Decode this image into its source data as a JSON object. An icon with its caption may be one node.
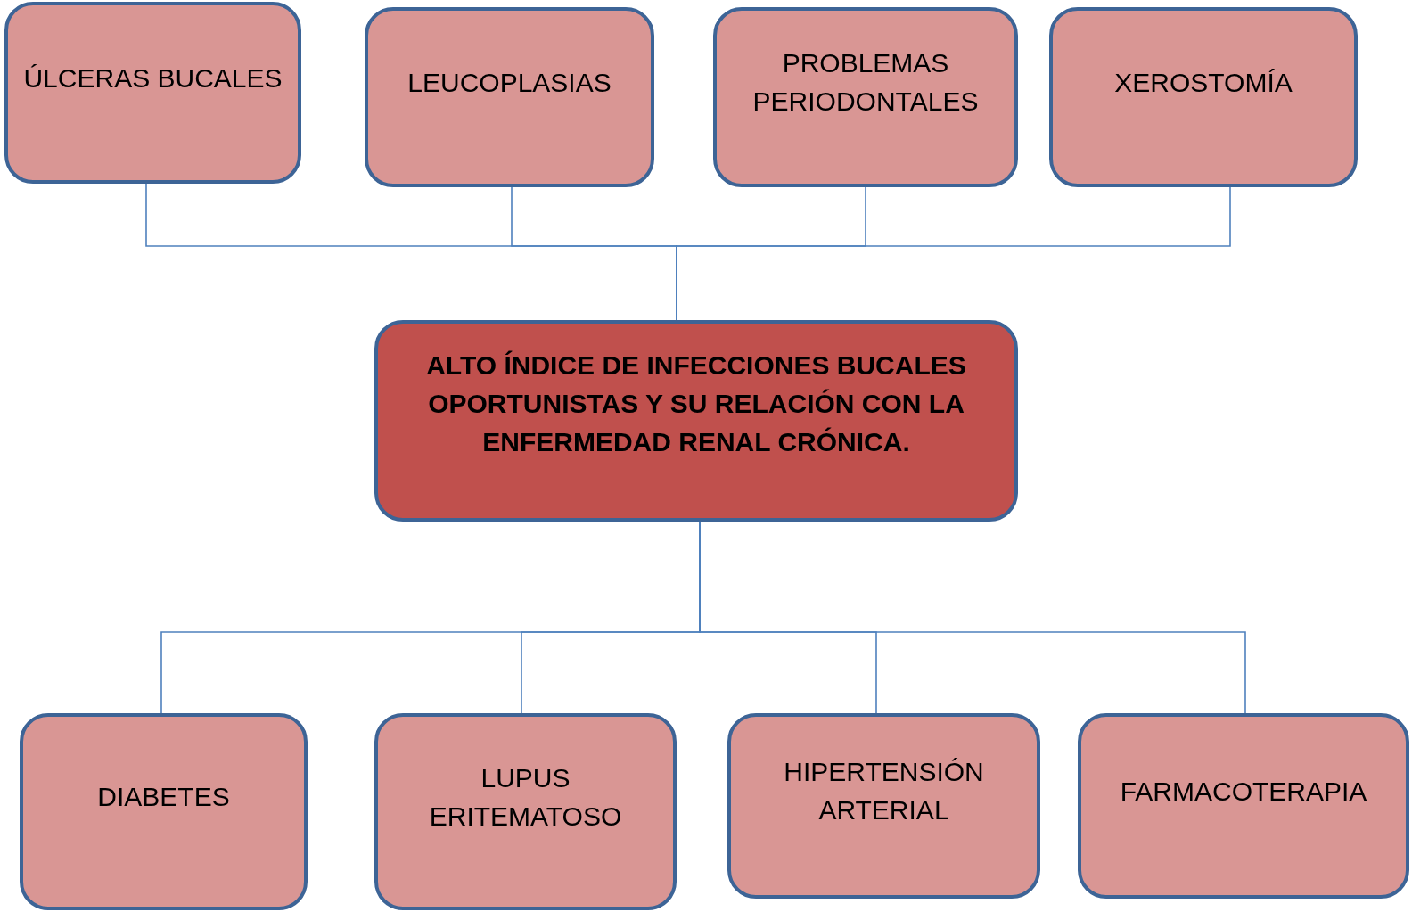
{
  "diagram": {
    "nodes": [
      {
        "text": [
          "ÚLCERAS BUCALES"
        ]
      },
      {
        "text": [
          "LEUCOPLASIAS"
        ]
      },
      {
        "text": [
          "PROBLEMAS PERIODONTALES"
        ]
      },
      {
        "text": [
          "XEROSTOMÍA"
        ]
      },
      {
        "text": [
          "ALTO ÍNDICE DE INFECCIONES BUCALES OPORTUNISTAS Y SU RELACIÓN CON LA ENFERMEDAD RENAL CRÓNICA."
        ]
      },
      {
        "text": [
          "DIABETES"
        ]
      },
      {
        "text": [
          "LUPUS ERITEMATOSO"
        ]
      },
      {
        "text": [
          "HIPERTENSIÓN ARTERIAL"
        ]
      },
      {
        "text": [
          "FARMACOTERAPIA"
        ]
      }
    ],
    "edges": [
      {
        "from": 0,
        "to": 4,
        "arrow": "none"
      },
      {
        "from": 1,
        "to": 4,
        "arrow": "none"
      },
      {
        "from": 2,
        "to": 4,
        "arrow": "none"
      },
      {
        "from": 3,
        "to": 4,
        "arrow": "none"
      },
      {
        "from": 4,
        "to": 5,
        "arrow": "none"
      },
      {
        "from": 4,
        "to": 6,
        "arrow": "none"
      },
      {
        "from": 4,
        "to": 7,
        "arrow": "none"
      },
      {
        "from": 4,
        "to": 8,
        "arrow": "none"
      }
    ]
  }
}
